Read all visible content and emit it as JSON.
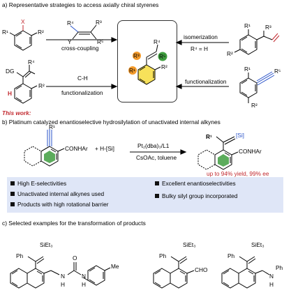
{
  "sections": {
    "a_title": "a) Representative strategies to access axially chiral styrenes",
    "this_work": "This work:",
    "b_title": "b) Platinum catalyzed enantioselective hydrosilylation of unactivated internal alkynes",
    "c_title": "c) Selected examples for the transformation of products"
  },
  "part_a": {
    "cross_coupling": "cross-coupling",
    "isomerization": "isomerization",
    "r4_eq_h": "R⁴ = H",
    "ch_line1": "C-H",
    "ch_line2": "functionalization",
    "functionalization": "functionalization",
    "labels": {
      "x": "X",
      "r1": "R¹",
      "r2": "R²",
      "r3": "R³",
      "r4": "R⁴",
      "r5": "R⁵",
      "y": "Y",
      "dg": "DG",
      "h": "H"
    }
  },
  "part_b": {
    "reagent_hsi": "+ H-[Si]",
    "catalyst": "Pt₂(dba)₃/L1",
    "conditions": "CsOAc, toluene",
    "amide": "CONHAr",
    "r1": "R¹",
    "si": "[Si]",
    "yield_note": "up to 94% yield, 99% ee",
    "highlights": [
      "High E-selectivities",
      "Excellent enantioselectivities",
      "Unactivated internal alkynes used",
      "Bulky silyl group incorporated",
      "Products with high rotational barrier"
    ]
  },
  "part_c": {
    "ph": "Ph",
    "siet3": "SiEt₃",
    "h": "H",
    "n": "N",
    "o": "O",
    "me": "Me",
    "cho": "CHO"
  },
  "colors": {
    "red": "#c1272d",
    "orange": "#f39a2b",
    "green": "#3f9e3f",
    "yellow": "#f7e15a",
    "blue": "#2a53c9",
    "highlight_bg": "#dfe6f7"
  }
}
